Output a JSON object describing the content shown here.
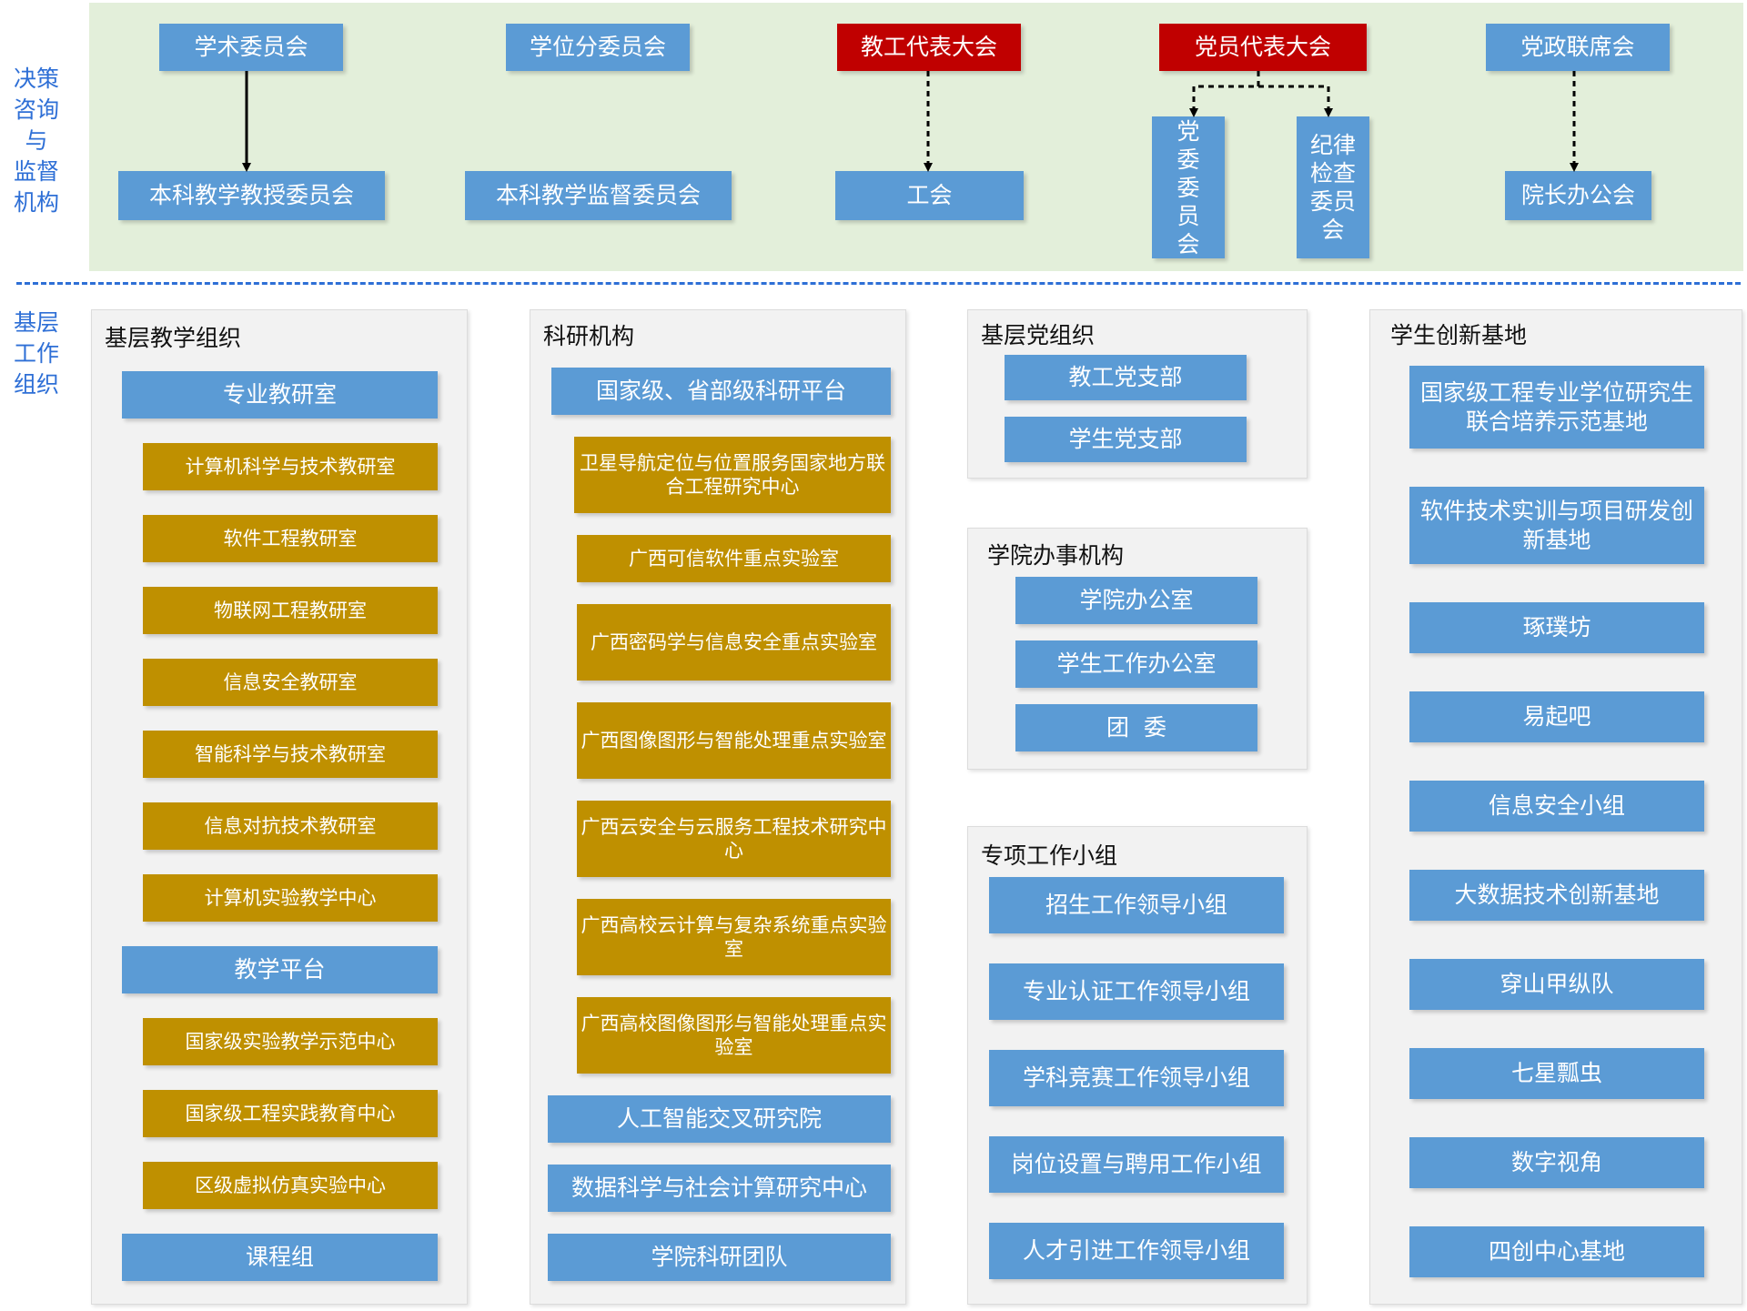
{
  "sections": {
    "top_label": "决策\n咨询\n与\n监督\n机构",
    "bottom_label": "基层\n工作\n组织"
  },
  "top": {
    "academic_committee": "学术委员会",
    "undergrad_teaching_professor_committee": "本科教学教授委员会",
    "degree_subcommittee": "学位分委员会",
    "undergrad_teaching_supervision_committee": "本科教学监督委员会",
    "staff_congress": "教工代表大会",
    "labor_union": "工会",
    "party_congress": "党员代表大会",
    "party_committee": "党\n委\n委\n员\n会",
    "discipline_committee": "纪律\n检查\n委员\n会",
    "joint_meeting": "党政联席会",
    "dean_office_meeting": "院长办公会"
  },
  "panels": {
    "teaching": {
      "title": "基层教学组织",
      "majors_header": "专业教研室",
      "majors": [
        "计算机科学与技术教研室",
        "软件工程教研室",
        "物联网工程教研室",
        "信息安全教研室",
        "智能科学与技术教研室",
        "信息对抗技术教研室",
        "计算机实验教学中心"
      ],
      "platform_header": "教学平台",
      "platforms": [
        "国家级实验教学示范中心",
        "国家级工程实践教育中心",
        "区级虚拟仿真实验中心"
      ],
      "course_group": "课程组"
    },
    "research": {
      "title": "科研机构",
      "platform_header": "国家级、省部级科研平台",
      "platforms": [
        "卫星导航定位与位置服务国家地方联合工程研究中心",
        "广西可信软件重点实验室",
        "广西密码学与信息安全重点实验室",
        "广西图像图形与智能处理重点实验室",
        "广西云安全与云服务工程技术研究中心",
        "广西高校云计算与复杂系统重点实验室",
        "广西高校图像图形与智能处理重点实验室"
      ],
      "others": [
        "人工智能交叉研究院",
        "数据科学与社会计算研究中心",
        "学院科研团队"
      ]
    },
    "party": {
      "title": "基层党组织",
      "items": [
        "教工党支部",
        "学生党支部"
      ]
    },
    "admin": {
      "title": "学院办事机构",
      "items": [
        "学院办公室",
        "学生工作办公室",
        "团  委"
      ]
    },
    "special": {
      "title": "专项工作小组",
      "items": [
        "招生工作领导小组",
        "专业认证工作领导小组",
        "学科竞赛工作领导小组",
        "岗位设置与聘用工作小组",
        "人才引进工作领导小组"
      ]
    },
    "innovation": {
      "title": "学生创新基地",
      "items": [
        "国家级工程专业学位研究生联合培养示范基地",
        "软件技术实训与项目研发创新基地",
        "琢璞坊",
        "易起吧",
        "信息安全小组",
        "大数据技术创新基地",
        "穿山甲纵队",
        "七星瓢虫",
        "数字视角",
        "四创中心基地"
      ]
    }
  },
  "colors": {
    "blue_box": "#5b9bd5",
    "red_box": "#c00000",
    "gold_box": "#bf9000",
    "top_panel_bg": "#e3efda",
    "label_text": "#2e6fd6"
  }
}
